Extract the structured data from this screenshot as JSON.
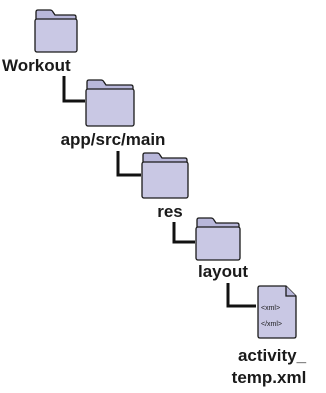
{
  "tree": {
    "nodes": [
      {
        "label": "Workout",
        "icon": "folder-icon"
      },
      {
        "label": "app/src/main",
        "icon": "folder-icon"
      },
      {
        "label": "res",
        "icon": "folder-icon"
      },
      {
        "label": "layout",
        "icon": "folder-icon"
      },
      {
        "label_line1": "activity_",
        "label_line2": "temp.xml",
        "icon": "xml-file-icon",
        "file_tag_open": "<xml>",
        "file_tag_close": "</xml>"
      }
    ]
  },
  "colors": {
    "folder_fill": "#c9c8e4",
    "folder_tab": "#b8b7da",
    "outline": "#1a1a1a",
    "connector": "#111111",
    "file_fill": "#c9c8e4"
  }
}
